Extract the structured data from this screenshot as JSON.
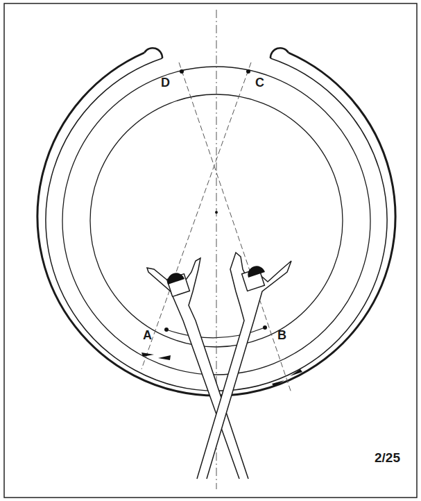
{
  "diagram": {
    "labels": [
      "D",
      "C",
      "A",
      "B",
      "2/25"
    ]
  }
}
